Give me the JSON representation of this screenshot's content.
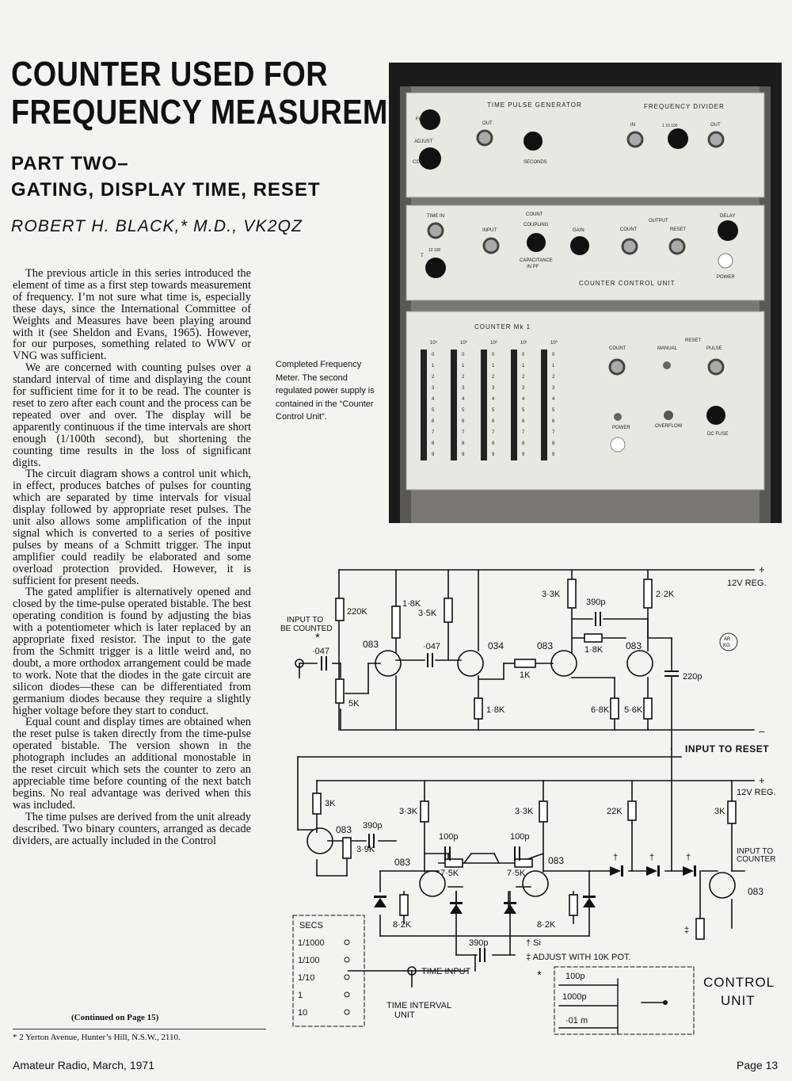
{
  "header": {
    "title_lines": [
      "COUNTER USED FOR",
      "FREQUENCY MEASUREMENT"
    ],
    "subtitle_lines": [
      "PART TWO–",
      "GATING, DISPLAY TIME, RESET"
    ],
    "author": "ROBERT H. BLACK,* M.D., VK2QZ"
  },
  "body": {
    "paragraphs": [
      "The previous article in this series introduced the element of time as a first step towards measurement of frequency. I’m not sure what time is, especially these days, since the International Committee of Weights and Measures have been playing around with it (see Sheldon and Evans, 1965). However, for our purposes, something related to WWV or VNG was sufficient.",
      "We are concerned with counting pulses over a standard interval of time and displaying the count for sufficient time for it to be read. The counter is reset to zero after each count and the process can be repeated over and over. The display will be apparently continuous if the time intervals are short enough (1/100th second), but shortening the counting time results in the loss of significant digits.",
      "The circuit diagram shows a control unit which, in effect, produces batches of pulses for counting which are separated by time intervals for visual display followed by appropriate reset pulses. The unit also allows some amplification of the input signal which is converted to a series of positive pulses by means of a Schmitt trigger. The input amplifier could readily be elaborated and some overload protection provided. However, it is sufficient for present needs.",
      "The gated amplifier is alternatively opened and closed by the time-pulse operated bistable. The best operating condition is found by adjusting the bias with a potentiometer which is later replaced by an appropriate fixed resistor. The input to the gate from the Schmitt trigger is a little weird and, no doubt, a more orthodox arrangement could be made to work. Note that the diodes in the gate circuit are silicon diodes—these can be differentiated from germanium diodes because they require a slightly higher voltage before they start to conduct.",
      "Equal count and display times are obtained when the reset pulse is taken directly from the time-pulse operated bistable. The version shown in the photograph includes an additional monostable in the reset circuit which sets the counter to zero an appreciable time before counting of the next batch begins. No real advantage was derived when this was included.",
      "The time pulses are derived from the unit already described. Two binary counters, arranged as decade dividers, are actually included in the Control"
    ],
    "continued": "(Continued on Page 15)",
    "footnote": "* 2 Yerton Avenue, Hunter’s Hill, N.S.W., 2110."
  },
  "footer": {
    "left": "Amateur Radio, March, 1971",
    "right": "Page 13"
  },
  "caption": "Completed Frequency Meter. The second regulated power supply is contained in the “Counter Control Unit”.",
  "photo": {
    "panel1": {
      "title_left": "TIME PULSE GENERATOR",
      "title_right": "FREQUENCY DIVIDER",
      "fine": "FINE",
      "adjust": "ADJUST",
      "coarse": "COARSE",
      "out": "OUT",
      "seconds": "SECONDS",
      "in": "IN",
      "out2": "OUT",
      "dial": "1  10  100"
    },
    "panel2": {
      "time_in": "TIME IN",
      "count": "COUNT",
      "input": "INPUT",
      "coupling": "COUPLING",
      "capacitance": "CAPACITANCE",
      "in_pf": "IN PF",
      "gain": "GAIN",
      "output": "OUTPUT",
      "count2": "COUNT",
      "reset": "RESET",
      "delay": "DELAY",
      "power": "POWER",
      "name": "COUNTER CONTROL UNIT",
      "t": "T",
      "dial": "10  100"
    },
    "panel3": {
      "name": "COUNTER  Mk 1",
      "reset": "RESET",
      "count": "COUNT",
      "manual": "MANUAL",
      "pulse": "PULSE",
      "power": "POWER",
      "overflow": "OVERFLOW",
      "dc_fuse": "DC FUSE",
      "columns": [
        "10⁴",
        "10³",
        "10²",
        "10¹",
        "10⁰"
      ],
      "digits": [
        "0",
        "1",
        "2",
        "3",
        "4",
        "5",
        "6",
        "7",
        "8",
        "9"
      ]
    }
  },
  "schematic": {
    "top": {
      "plus12": "12V REG.",
      "plus": "+",
      "minus": "–",
      "input_to_be_counted": [
        "INPUT TO",
        "BE COUNTED"
      ],
      "star": "*",
      "r220k": "220K",
      "c047a": "·047",
      "q1": "083",
      "r5k": "5K",
      "r18k_a": "1·8K",
      "r35k": "3·5K",
      "c047b": "·047",
      "q2": "034",
      "r1k": "1K",
      "r18k_b": "1·8K",
      "r33k": "3·3K",
      "c390p": "390p",
      "q3": "083",
      "r18k_c": "1·8K",
      "r22k": "2·2K",
      "q4": "083",
      "r68k": "6·8K",
      "r56k": "5·6K",
      "c220p": "220p",
      "stamp": [
        "AR",
        "KG"
      ]
    },
    "bottom": {
      "input_to_reset": "INPUT TO RESET",
      "plus": "+",
      "plus12": "12V REG.",
      "r3k_a": "3K",
      "q5": "083",
      "c390p_a": "390p",
      "r39k": "3·9K",
      "r33k_a": "3·3K",
      "r33k_b": "3·3K",
      "c100p_a": "100p",
      "c100p_b": "100p",
      "q6": "083",
      "q7": "083",
      "r75k_a": "7·5K",
      "r75k_b": "7·5K",
      "r82k_a": "8·2K",
      "r82k_b": "8·2K",
      "c390p_b": "390p",
      "r22k": "22K",
      "r3k_b": "3K",
      "q8": "083",
      "input_to_counter": [
        "INPUT TO",
        "COUNTER"
      ],
      "dagger": "†",
      "double_dagger": "‡",
      "time_input": "TIME INPUT",
      "secs_title": "SECS",
      "secs": [
        "1/1000",
        "1/100",
        "1/10",
        "1",
        "10"
      ],
      "time_interval_unit": [
        "TIME INTERVAL",
        "UNIT"
      ],
      "legend_si": "† Si",
      "legend_adjust": "‡ ADJUST WITH 10K POT.",
      "legend_star": "*",
      "caps": [
        "100p",
        "1000p",
        "·01 m"
      ],
      "control_unit": [
        "CONTROL",
        "UNIT"
      ]
    }
  }
}
